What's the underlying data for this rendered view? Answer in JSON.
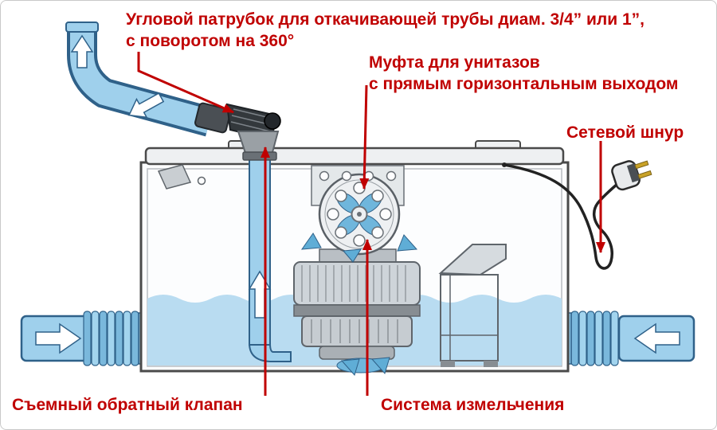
{
  "colors": {
    "annotation_red": "#c00000",
    "pipe_blue": "#9fd0ec",
    "pipe_blue_dark": "#2f6189",
    "water_blue": "#b9dcf1",
    "metal_gray": "#ced4d9",
    "outline_gray": "#5f656b"
  },
  "labels": {
    "outlet_elbow": {
      "line1": "Угловой патрубок для откачивающей трубы диам. 3/4” или 1”,",
      "line2": "с поворотом на 360°"
    },
    "toilet_coupling": {
      "line1": "Муфта для унитазов",
      "line2": "с прямым горизонтальным выходом"
    },
    "power_cord": "Сетевой шнур",
    "check_valve": "Съемный обратный клапан",
    "grinding_system": "Система измельчения"
  }
}
